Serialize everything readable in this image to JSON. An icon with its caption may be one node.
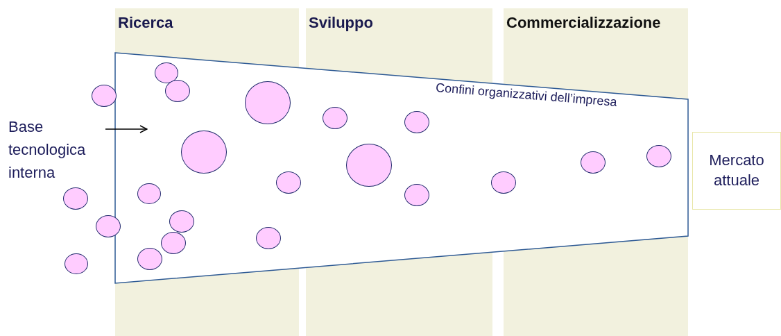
{
  "diagram": {
    "nodes": [
      {
        "text": [
          "Ricerca"
        ]
      },
      {
        "text": [
          "Sviluppo"
        ]
      },
      {
        "text": [
          "Commercializzazione"
        ]
      },
      {
        "text": [
          "Confini organizzativi dell’impresa"
        ]
      },
      {
        "text": [
          "Base tecnologica interna"
        ]
      },
      {
        "text": [
          "Mercato attuale"
        ]
      },
      {
        "text": [],
        "shape": "circle"
      },
      {
        "text": [],
        "shape": "circle"
      },
      {
        "text": [],
        "shape": "circle"
      },
      {
        "text": [],
        "shape": "circle"
      },
      {
        "text": [],
        "shape": "circle",
        "in": 3
      },
      {
        "text": [],
        "shape": "circle",
        "in": 3
      },
      {
        "text": [],
        "shape": "circle",
        "in": 3
      },
      {
        "text": [],
        "shape": "circle",
        "in": 3
      },
      {
        "text": [],
        "shape": "circle",
        "in": 3
      },
      {
        "text": [],
        "shape": "circle",
        "in": 3
      },
      {
        "text": [],
        "shape": "circle",
        "in": 3
      },
      {
        "text": [],
        "shape": "circle",
        "in": 3
      },
      {
        "text": [],
        "shape": "circle",
        "in": 3
      },
      {
        "text": [],
        "shape": "circle",
        "in": 3
      },
      {
        "text": [],
        "shape": "circle",
        "in": 3
      },
      {
        "text": [],
        "shape": "circle",
        "in": 3
      },
      {
        "text": [],
        "shape": "circle",
        "in": 3
      },
      {
        "text": [],
        "shape": "circle",
        "in": 3
      },
      {
        "text": [],
        "shape": "circle",
        "in": 3
      },
      {
        "text": [],
        "shape": "circle",
        "in": 3
      },
      {
        "text": [],
        "shape": "circle",
        "in": 3
      }
    ],
    "edges": [
      {
        "from": 4,
        "to": 3,
        "arrow": "to"
      }
    ]
  }
}
